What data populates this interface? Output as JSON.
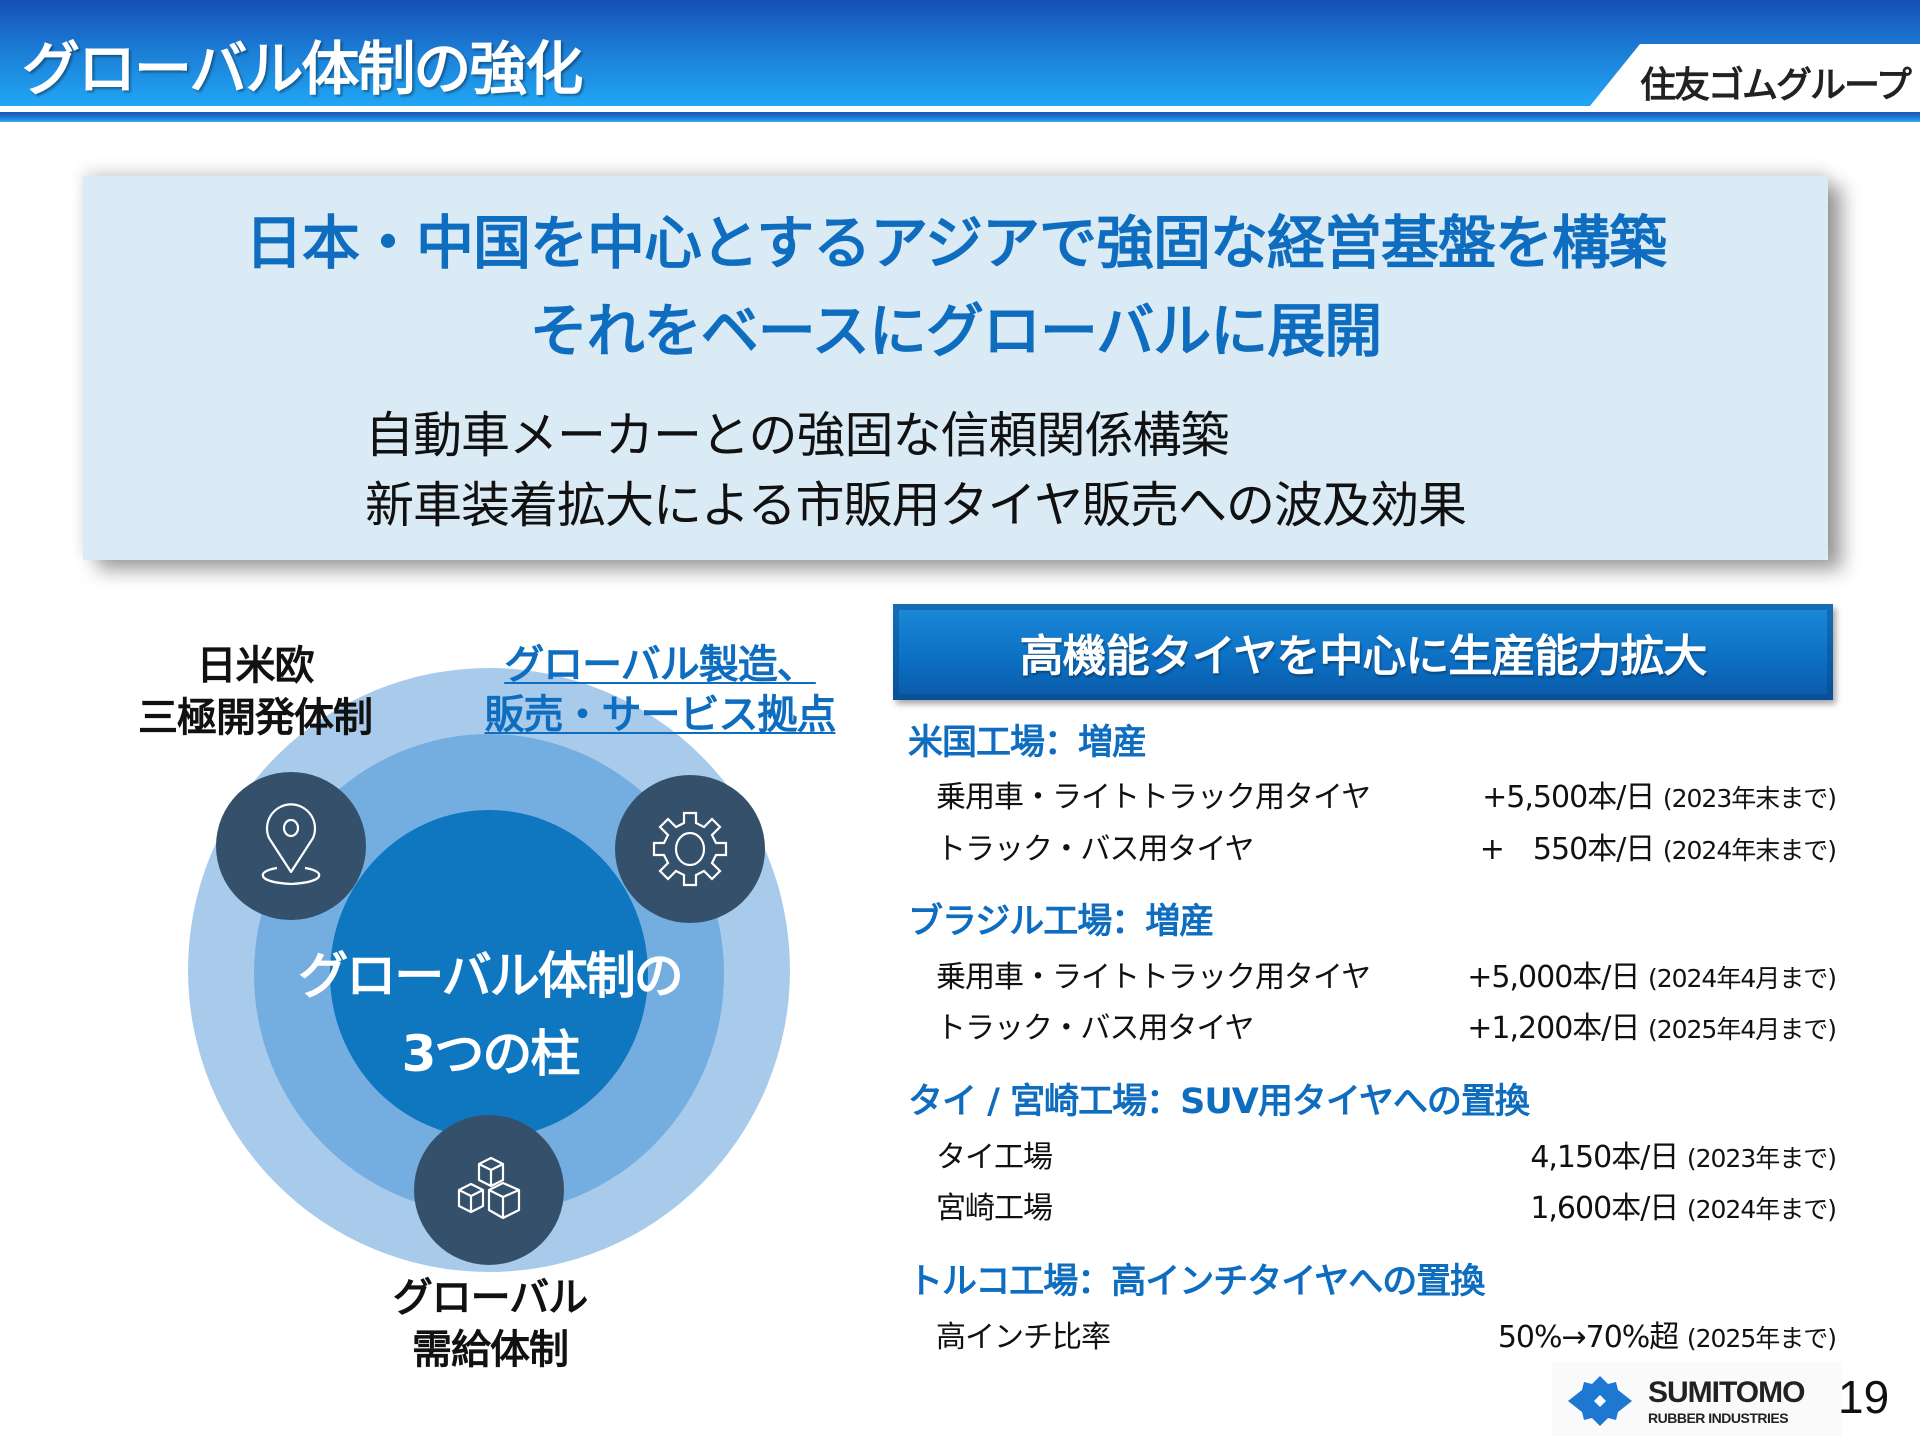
{
  "header": {
    "title": "グローバル体制の強化",
    "group_label": "住友ゴムグループ",
    "colors": {
      "gradient_top": "#164fb8",
      "gradient_bottom": "#21a6f4"
    }
  },
  "hero": {
    "headline_lines": [
      "日本・中国を中心とするアジアで強固な経営基盤を構築",
      "それをベースにグローバルに展開"
    ],
    "sub_lines": [
      "自動車メーカーとの強固な信頼関係構築",
      "新車装着拡大による市販用タイヤ販売への波及効果"
    ],
    "colors": {
      "background": "#daebf5",
      "headline": "#0f6dbf"
    }
  },
  "diagram": {
    "center_lines": [
      "グローバル体制の",
      "3つの柱"
    ],
    "pillars": [
      {
        "icon": "location-pin-icon",
        "label_lines": [
          "日米欧",
          "三極開発体制"
        ]
      },
      {
        "icon": "gear-icon",
        "label_lines": [
          "グローバル製造、",
          "販売・サービス拠点"
        ],
        "style": "link"
      },
      {
        "icon": "boxes-icon",
        "label_lines": [
          "グローバル",
          "需給体制"
        ]
      }
    ],
    "colors": {
      "outer": "#a9cbeb",
      "middle": "#74aee0",
      "inner": "#0f76c0",
      "pillar": "#34506b"
    }
  },
  "capacity": {
    "banner": "高機能タイヤを中心に生産能力拡大",
    "sections": [
      {
        "title": "米国工場：増産",
        "rows": [
          {
            "item": "乗用車・ライトトラック用タイヤ",
            "value": "+5,500本/日",
            "note": "(2023年末まで)"
          },
          {
            "item": "トラック・バス用タイヤ",
            "value": "+　550本/日",
            "note": "(2024年末まで)"
          }
        ]
      },
      {
        "title": "ブラジル工場：増産",
        "rows": [
          {
            "item": "乗用車・ライトトラック用タイヤ",
            "value": "+5,000本/日",
            "note": "(2024年4月まで)"
          },
          {
            "item": "トラック・バス用タイヤ",
            "value": "+1,200本/日",
            "note": "(2025年4月まで)"
          }
        ]
      },
      {
        "title": "タイ / 宮崎工場：SUV用タイヤへの置換",
        "rows": [
          {
            "item": "タイ工場",
            "value": "4,150本/日",
            "note": "(2023年まで)"
          },
          {
            "item": "宮崎工場",
            "value": "1,600本/日",
            "note": "(2024年まで)"
          }
        ]
      },
      {
        "title": "トルコ工場：高インチタイヤへの置換",
        "rows": [
          {
            "item": "高インチ比率",
            "value": "50%→70%超",
            "note": "(2025年まで)"
          }
        ]
      }
    ]
  },
  "footer": {
    "logo_name": "SUMITOMO",
    "logo_sub": "RUBBER INDUSTRIES",
    "page_number": "19",
    "logo_color": "#1e78d2"
  }
}
